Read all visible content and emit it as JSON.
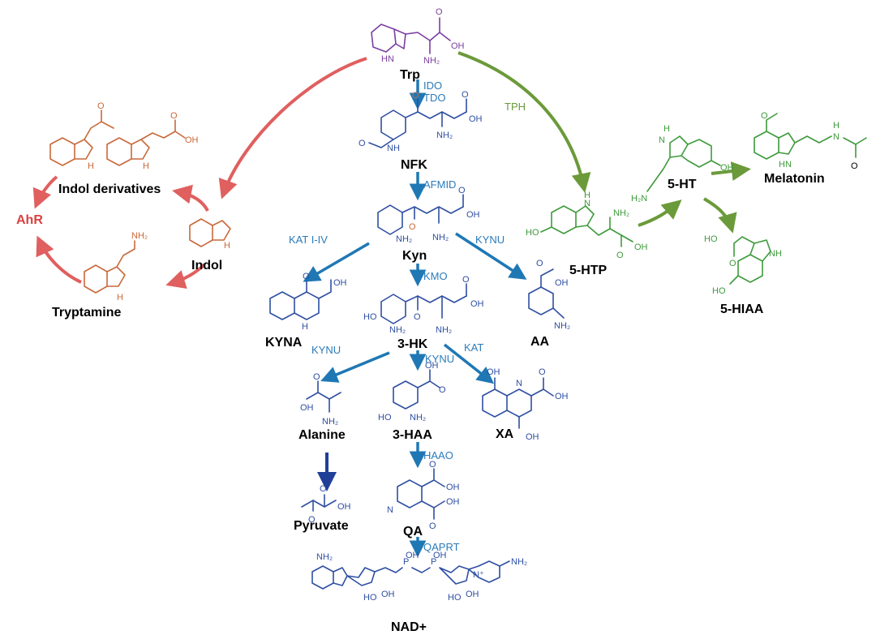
{
  "colors": {
    "kynurenine": "#2f4fa2",
    "enzyme": "#2b7bb9",
    "arrow_blue": "#1f78b4",
    "arrow_darkblue": "#1f3f99",
    "serotonin": "#3e9a3b",
    "arrow_green": "#6b9a3a",
    "indole": "#c8693a",
    "arrow_red": "#e05f5f",
    "ahr": "#d9413f",
    "trp": "#7b3fa0",
    "label": "#000000"
  },
  "compounds": {
    "trp": "Trp",
    "nfk": "NFK",
    "kyn": "Kyn",
    "kyna": "KYNA",
    "aa": "AA",
    "hk3": "3-HK",
    "alanine": "Alanine",
    "haa3": "3-HAA",
    "xa": "XA",
    "pyruvate": "Pyruvate",
    "qa": "QA",
    "nad": "NAD+",
    "htp5": "5-HTP",
    "ht5": "5-HT",
    "melatonin": "Melatonin",
    "hiaa5": "5-HIAA",
    "indol_derivatives": "Indol derivatives",
    "indol": "Indol",
    "tryptamine": "Tryptamine",
    "ahr": "AhR"
  },
  "enzymes": {
    "ido": "IDO",
    "tdo": "TDO",
    "afmid": "AFMID",
    "kat_i_iv": "KAT I-IV",
    "kynu_aa": "KYNU",
    "kmo": "KMO",
    "kynu_alanine": "KYNU",
    "kynu_3haa": "KYNU",
    "kat_xa": "KAT",
    "haao": "HAAO",
    "qaprt": "QAPRT",
    "tph": "TPH"
  },
  "atoms": {
    "oh": "OH",
    "o": "O",
    "hn": "HN",
    "nh": "NH",
    "nh2": "NH₂",
    "h2n": "H₂N",
    "h": "H",
    "n": "N",
    "ho": "HO",
    "n_plus": "N⁺",
    "p": "P"
  }
}
